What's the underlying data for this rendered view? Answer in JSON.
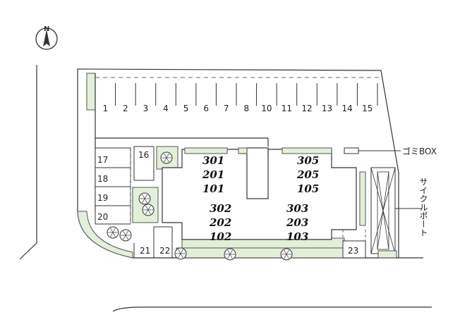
{
  "compass": {
    "label": "N"
  },
  "parking": {
    "north_row": [
      "1",
      "2",
      "3",
      "4",
      "5",
      "6",
      "7",
      "8",
      "10",
      "11",
      "12",
      "13",
      "14",
      "15"
    ],
    "west": [
      "16",
      "17",
      "18",
      "19",
      "20"
    ],
    "south": [
      "21",
      "22",
      "23"
    ]
  },
  "units": {
    "block_a_north": [
      "301",
      "201",
      "101"
    ],
    "block_b_north": [
      "305",
      "205",
      "105"
    ],
    "block_a_south": [
      "302",
      "202",
      "102"
    ],
    "block_b_south": [
      "303",
      "203",
      "103"
    ]
  },
  "labels": {
    "garbage": "ゴミBOX",
    "cycle_port": "サイクルポート"
  },
  "colors": {
    "greenery": "#e2f0d9",
    "line": "#333333"
  }
}
